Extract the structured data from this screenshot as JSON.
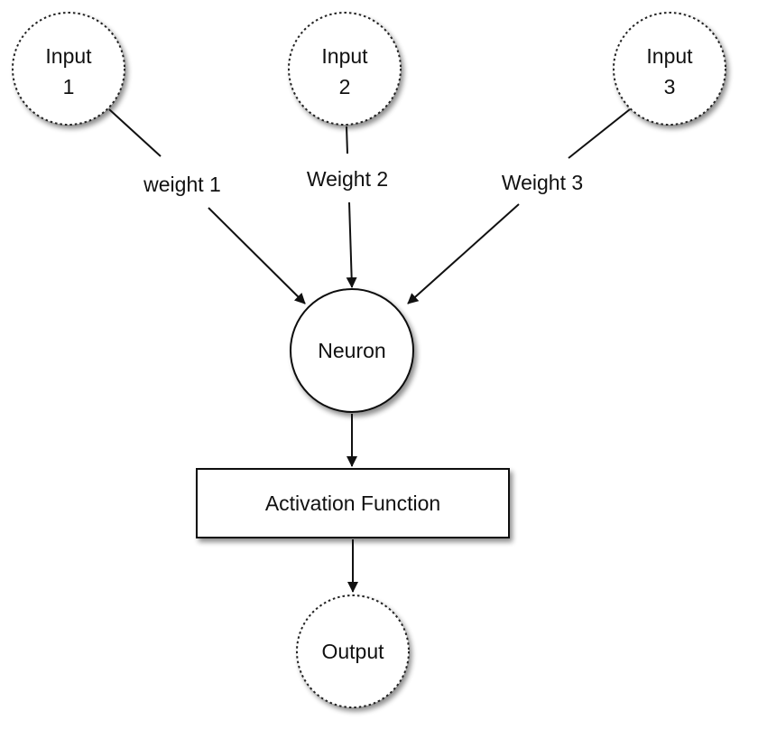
{
  "inputs": [
    {
      "line1": "Input",
      "line2": "1"
    },
    {
      "line1": "Input",
      "line2": "2"
    },
    {
      "line1": "Input",
      "line2": "3"
    }
  ],
  "weights": [
    "weight 1",
    "Weight 2",
    "Weight 3"
  ],
  "neuron": {
    "label": "Neuron"
  },
  "activation": {
    "label": "Activation Function"
  },
  "output": {
    "label": "Output"
  }
}
